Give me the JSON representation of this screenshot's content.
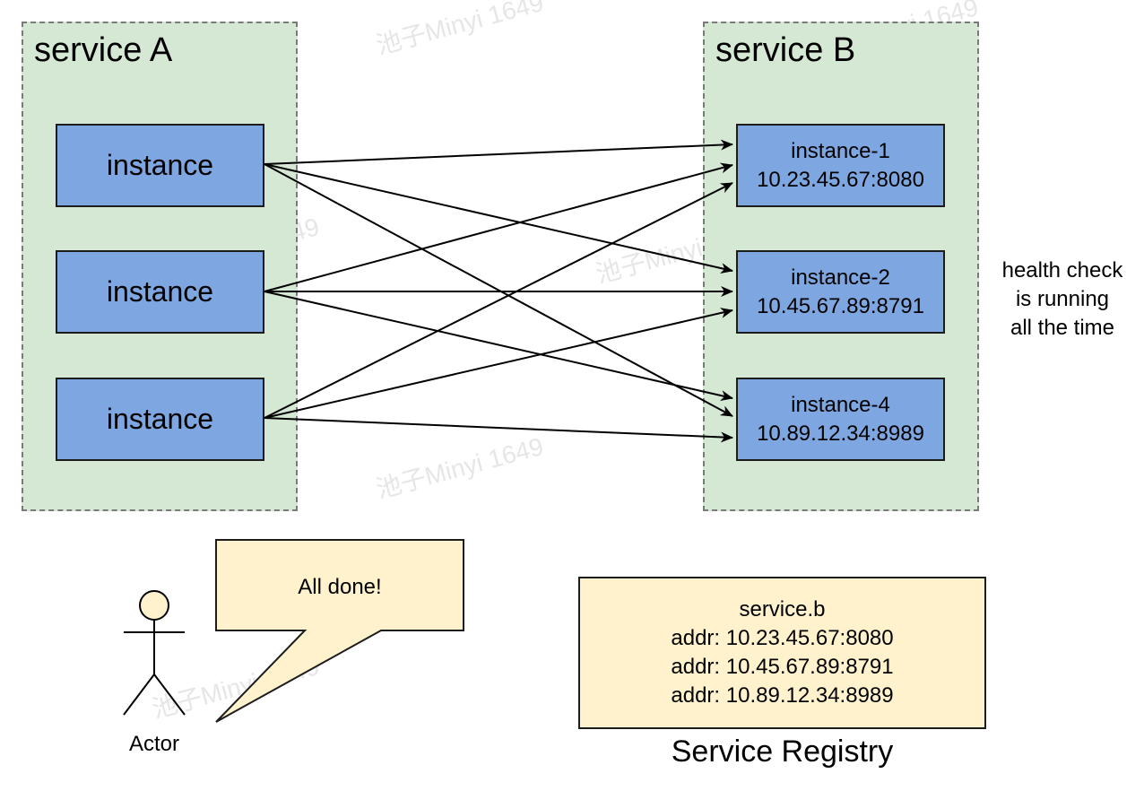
{
  "service_a": {
    "title": "service A",
    "instances": [
      "instance",
      "instance",
      "instance"
    ]
  },
  "service_b": {
    "title": "service B",
    "instances": [
      {
        "name": "instance-1",
        "addr": "10.23.45.67:8080"
      },
      {
        "name": "instance-2",
        "addr": "10.45.67.89:8791"
      },
      {
        "name": "instance-4",
        "addr": "10.89.12.34:8989"
      }
    ]
  },
  "health_note": [
    "health check",
    "is running",
    "all the time"
  ],
  "actor": {
    "label": "Actor",
    "speech": "All done!"
  },
  "registry": {
    "service": "service.b",
    "addrs": [
      "addr: 10.23.45.67:8080",
      "addr: 10.45.67.89:8791",
      "addr: 10.89.12.34:8989"
    ],
    "caption": "Service Registry"
  },
  "watermark": "池子Minyi 1649",
  "colors": {
    "group_fill": "#d5e8d4",
    "instance_fill": "#7ea6e0",
    "note_fill": "#fff2cc"
  }
}
